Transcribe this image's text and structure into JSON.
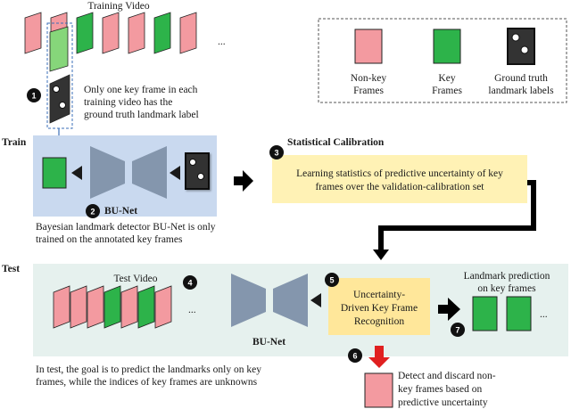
{
  "colors": {
    "non_key": "#f39aa0",
    "key": "#2db34a",
    "key_light": "#86d67a",
    "bu_net": "#8496ad",
    "landmark_box": "#333333",
    "train_panel": "#c9d9ef",
    "test_panel": "#e6f1ee",
    "calibration": "#fff2b5",
    "badge": "#111111",
    "arrow_red": "#e02020"
  },
  "top": {
    "title": "Training Video",
    "ellipsis": "...",
    "step1_lines": [
      "Only one key frame in each",
      "training  video has the",
      "ground truth landmark label"
    ]
  },
  "legend": {
    "items": [
      {
        "label_lines": [
          "Non-key",
          "Frames"
        ],
        "kind": "non_key"
      },
      {
        "label_lines": [
          "Key",
          "Frames"
        ],
        "kind": "key"
      },
      {
        "label_lines": [
          "Ground truth",
          "landmark labels"
        ],
        "kind": "landmark"
      }
    ]
  },
  "train": {
    "section_label": "Train",
    "network": "BU-Net",
    "caption_lines": [
      "Bayesian landmark detector BU-Net is only",
      "trained on the annotated key frames"
    ]
  },
  "calibration": {
    "title": "Statistical Calibration",
    "lines": [
      "Learning statistics of predictive uncertainty of key",
      "frames over the validation-calibration set"
    ]
  },
  "test": {
    "section_label": "Test",
    "video_label": "Test Video",
    "ellipsis": "...",
    "network": "BU-Net",
    "recognition_lines": [
      "Uncertainty-",
      "Driven Key Frame",
      "Recognition"
    ],
    "prediction_lines": [
      "Landmark prediction",
      "on key frames"
    ],
    "caption_lines": [
      "In test, the goal is to predict the landmarks only on key",
      "frames, while the indices of key frames are unknowns"
    ],
    "discard_lines": [
      "Detect and discard non-",
      "key frames based on",
      "predictive uncertainty"
    ]
  },
  "badges": [
    "1",
    "2",
    "3",
    "4",
    "5",
    "6",
    "7"
  ]
}
